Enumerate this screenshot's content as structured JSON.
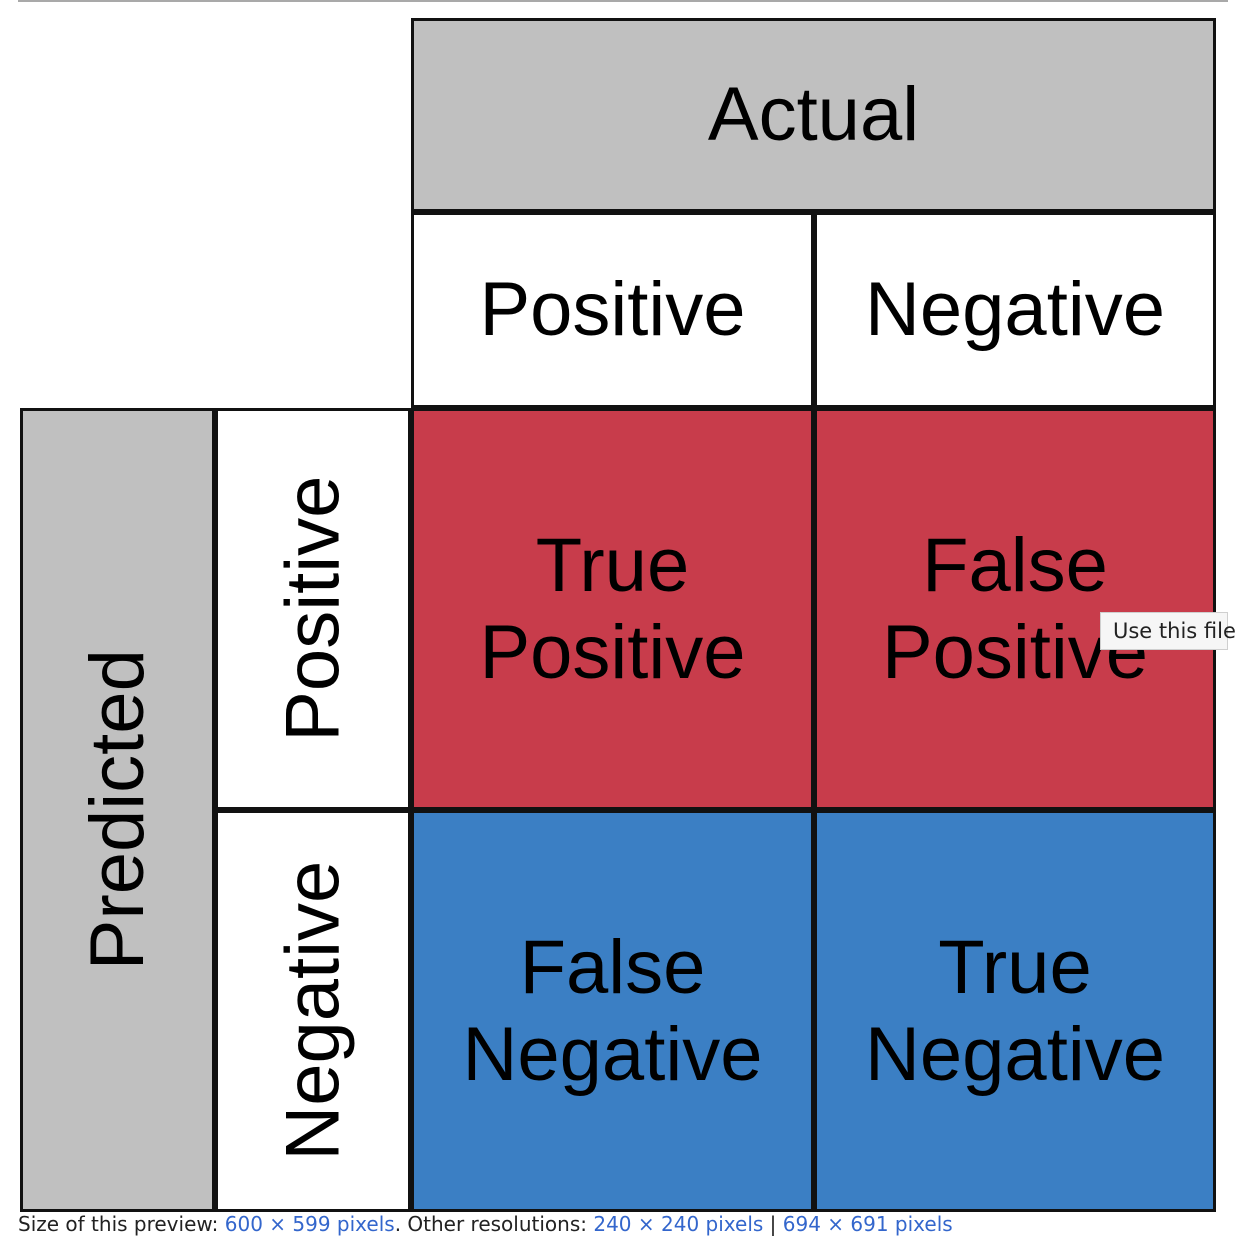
{
  "matrix": {
    "actual_header": "Actual",
    "predicted_header": "Predicted",
    "actual_labels": {
      "positive": "Positive",
      "negative": "Negative"
    },
    "predicted_labels": {
      "positive": "Positive",
      "negative": "Negative"
    },
    "cells": {
      "true_positive": "True\nPositive",
      "false_positive": "False\nPositive",
      "false_negative": "False\nNegative",
      "true_negative": "True\nNegative"
    },
    "colors": {
      "header_gray": "#c0c0c0",
      "positive_red": "#c83c4b",
      "negative_blue": "#3b7fc4",
      "border": "#111111"
    }
  },
  "tooltip": {
    "text": "Use this file"
  },
  "footer": {
    "prefix": "Size of this preview: ",
    "preview_size_link": "600 × 599 pixels",
    "other_resolutions_label": ". Other resolutions: ",
    "resolution_1": "240 × 240 pixels",
    "separator": " | ",
    "resolution_2": "694 × 691 pixels"
  }
}
